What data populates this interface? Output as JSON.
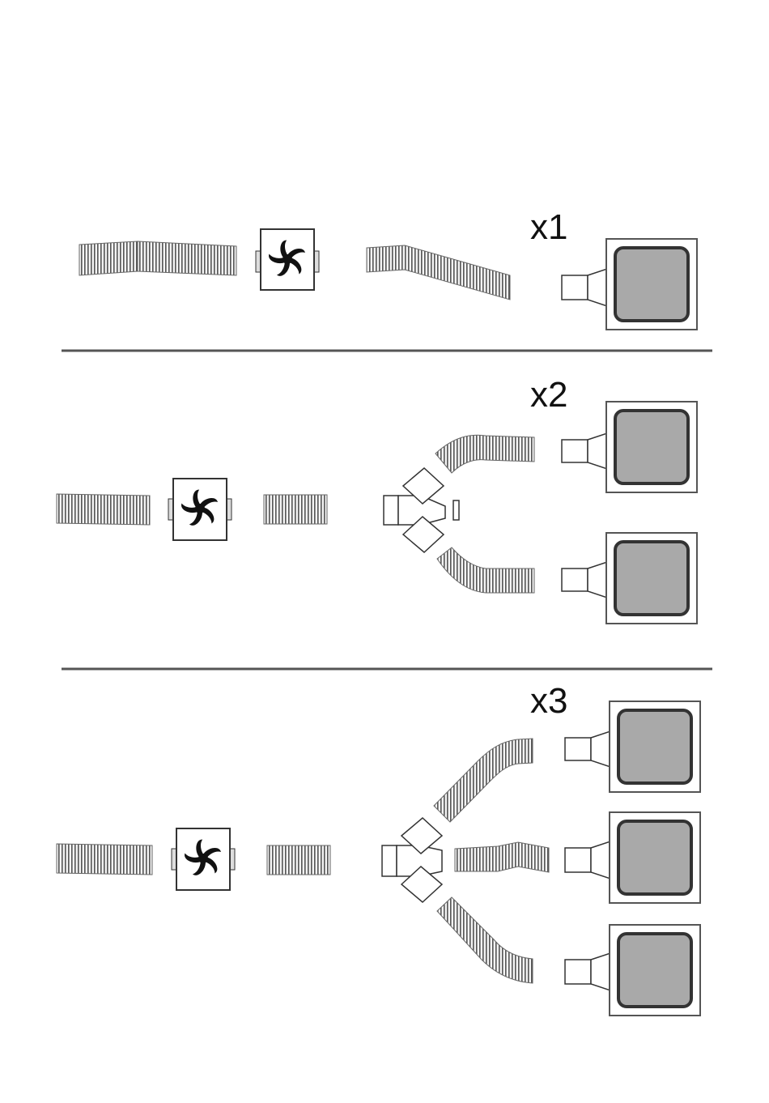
{
  "sections": [
    {
      "label": "x1",
      "outlets": 1
    },
    {
      "label": "x2",
      "outlets": 2
    },
    {
      "label": "x3",
      "outlets": 3
    }
  ],
  "colors": {
    "line": "#333333",
    "duct_stripe": "#555555",
    "vent_fill": "#a9a9a9",
    "fan_blade": "#111111"
  }
}
